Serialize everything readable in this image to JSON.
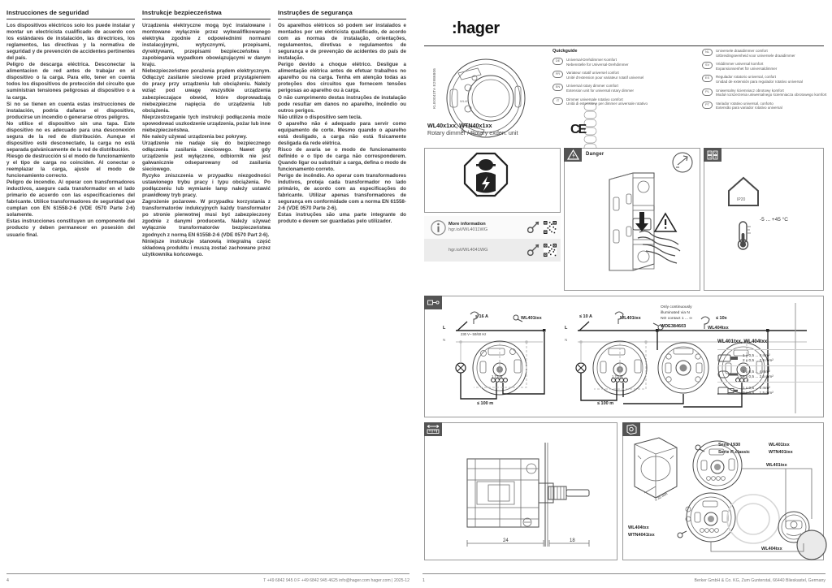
{
  "columns": [
    {
      "id": "es",
      "heading": "Instrucciones de seguridad",
      "paragraphs": [
        "Los dispositivos eléctricos solo los puede instalar y montar un electricista cualificado de acuerdo con los estándares de instalación, las directrices, los reglamentos, las directivas y la normativa de seguridad y de prevención de accidentes pertinentes del país.",
        "Peligro de descarga eléctrica. Desconectar la alimentacion de red antes de trabajar en el dispositivo o la carga. Para ello, tener en cuenta todos los dispositivos de protección del circuito que suministran tensiones peligrosas al dispositivo o a la carga.",
        "Si no se tienen en cuenta estas instrucciones de instalación, podría dañarse el dispositivo, producirse un incendio o generarse otros peligros.",
        "No utilice el dispositivo sin una tapa. Este dispositivo no es adecuado para una desconexión segura de la red de distribución. Aunque el dispositivo esté desconectado, la carga no está separada galvánicamente de la red de distribución.",
        "Riesgo de destrucción si el modo de funcionamiento y el tipo de carga no coinciden. Al conectar o reemplazar la carga, ajuste el modo de funcionamiento correcto.",
        "Peligro de incendio. Al operar con transformadores inductivos, asegure cada transformador en el lado primario de acuerdo con las especificaciones del fabricante. Utilice transformadores de seguridad que cumplan con EN 61558-2-6 (VDE 0570 Parte 2-6) solamente.",
        "Estas instrucciones constituyen un componente del producto y deben permanecer en posesión del usuario final."
      ]
    },
    {
      "id": "pl",
      "heading": "Instrukcje bezpieczeństwa",
      "paragraphs": [
        "Urządzenia elektryczne mogą być instalowane i montowane wyłącznie przez wykwalifikowanego elektryka zgodnie z odpowiednimi normami instalacyjnymi, wytycznymi, przepisami, dyrektywami, przepisami bezpieczeństwa i zapobiegania wypadkom obowiązującymi w danym kraju.",
        "Niebezpieczeństwo porażenia prądem elektrycznym. Odłączyć zasilanie sieciowe przed przystąpieniem do pracy przy urządzeniu lub obciążeniu. Należy wziąć pod uwagę wszystkie urządzenia zabezpieczające obwód, które doprowadzają niebezpieczne napięcia do urządzenia lub obciążenia.",
        "Nieprzestrzeganie tych instrukcji podłączenia może spowodować uszkodzenie urządzenia, pożar lub inne niebezpieczeństwa.",
        "Nie należy używać urządzenia bez pokrywy.",
        "Urządzenie nie nadaje się do bezpiecznego odłączenia zasilania sieciowego. Nawet gdy urządzenie jest wyłączone, odbiornik nie jest galwanicznie odseparowany od zasilania sieciowego.",
        "Ryzyko zniszczenia w przypadku niezgodności ustawionego trybu pracy i typu obciążenia. Po podłączeniu lub wymianie lamp należy ustawić prawidłowy tryb pracy.",
        "Zagrożenie pożarowe. W przypadku korzystania z transformatorów indukcyjnych każdy transformator po stronie pierwotnej musi być zabezpieczony zgodnie z danymi producenta. Należy używać wyłącznie transformatorów bezpieczeństwa zgodnych z normą EN 61558-2-6 (VDE 0570 Part 2-6).",
        "Niniejsze instrukcje stanowią integralną część składową produktu i muszą zostać zachowane przez użytkownika końcowego."
      ]
    },
    {
      "id": "pt",
      "heading": "Instruções de segurança",
      "paragraphs": [
        "Os aparelhos elétricos só podem ser instalados e montados por um eletricista qualificado, de acordo com as normas de instalação, orientações, regulamentos, diretivas e regulamentos de segurança e de prevenção de acidentes do país de instalação.",
        "Perigo devido a choque elétrico. Desligue a alimentação elétrica antes de efetuar trabalhos no aparelho ou na carga. Tenha em atenção todas as proteções dos circuitos que fornecem tensões perigosas ao aparelho ou à carga.",
        "O não cumprimento destas instruções de instalação pode resultar em danos no aparelho, incêndio ou outros perigos.",
        "Não utilize o dispositivo sem tecla.",
        "O aparelho não é adequado para servir como equipamento de corte. Mesmo quando o aparelho está desligado, a carga não está fisicamente desligada da rede elétrica.",
        "Risco de avaria se o modo de funcionamento definido e o tipo de carga não corresponderem. Quando ligar ou substituir a carga, defina o modo de funcionamento correto.",
        "Perigo de incêndio. Ao operar com transformadores indutivos, proteja cada transformador no lado primário, de acordo com as especificações do fabricante. Utilizar apenas transformadores de segurança em conformidade com a norma EN 61558-2-6 (VDE 0570 Parte 2-6).",
        "Estas instruções são uma parte integrante do produto e devem ser guardadas pelo utilizador."
      ]
    }
  ],
  "brand": {
    "name": ":hager"
  },
  "hero": {
    "side_code": "KLE0043TA E2986806",
    "model": "WL40x1xx, WTN40x1xx",
    "model_sub": "Rotary dimmer / Rotary exden. unit",
    "ce_mark": "CE"
  },
  "quickguide": {
    "title": "Quickguide",
    "entries_left": [
      {
        "lang": "DE",
        "line1": "Universal-Drehdimmer Komfort",
        "line2": "Nebenstelle für Universal-Drehdimmer"
      },
      {
        "lang": "FR",
        "line1": "Variateur rotatif universel confort",
        "line2": "Unité d'extension pour variateur rotatif universel"
      },
      {
        "lang": "EN",
        "line1": "Universal rotary dimmer comfort",
        "line2": "Extension unit for universal rotary dimmer"
      },
      {
        "lang": "IT",
        "line1": "Dimmer universale rotativo comfort",
        "line2": "Unità di estensione per dimmer universale rotativo"
      }
    ],
    "entries_right": [
      {
        "lang": "NL",
        "line1": "Universele draaidimmer comfort",
        "line2": "Uitbreidingseenheid voor universele draaidimmer"
      },
      {
        "lang": "SV",
        "line1": "Vriddimmer universal komfort",
        "line2": "Expansionsenhet för universaldimmer"
      },
      {
        "lang": "ES",
        "line1": "Regulador rotatorio universal, confort",
        "line2": "Unidad de extensión para regulador rotativo universal"
      },
      {
        "lang": "PL",
        "line1": "Uniwersalny ściemniacz obrotowy komfort",
        "line2": "Moduł rozszerzenia uniwersalnego ściemniacza obrotowego komfort"
      },
      {
        "lang": "PT",
        "line1": "Variador rotativo universal, conforto",
        "line2": "Extensão para variador rotativo universal"
      }
    ]
  },
  "info_box": {
    "title": "More information",
    "url_1": "hgr.io/i/WL4011WG",
    "url_2": "hgr.io/i/WL4041WG"
  },
  "danger_box": {
    "label": "Danger"
  },
  "temp_box": {
    "ip_rating": "IP20",
    "range": "-5 ... +45 °C"
  },
  "wiring": {
    "left": {
      "fuse": "≤ 16 A",
      "device": "WL401txx",
      "supply": "230 V~ 50/60 Hz",
      "terminal_l": "L",
      "terminal_n": "N",
      "cable": "≤ 100 m"
    },
    "middle": {
      "fuse": "≤ 10 A",
      "device": "WL401txx",
      "terminal_l": "L",
      "terminal_n": "N",
      "cable": "≤ 100 m"
    },
    "right": {
      "note_line1": "Only continuously",
      "note_line2": "illuminated via N",
      "note_line3": "NO contact 1 ... ∞",
      "note_device": "WDE384603",
      "ext_qty": "≤ 10x",
      "ext_device": "WL404txx",
      "cable": "≤ 100 m"
    },
    "terminals": {
      "title": "WL401txx, WL404txx",
      "rows": [
        {
          "a": "1 x 0,5 ... 4 mm²",
          "b": "2 x 0,5 ... 2,5 mm²"
        },
        {
          "a": "1 x 0,5 ... 4 mm²",
          "b": "2 x 0,5 ... 2,5 mm²"
        },
        {
          "a": "1 x 0,5 ... 4 mm²",
          "b": "2 x 0,5 ... 1,5 mm²"
        }
      ]
    }
  },
  "dimensions": {
    "d1": "24",
    "d2": "18"
  },
  "mounting": {
    "depth": "≥ 35 mm",
    "series_1": "Serie 1930",
    "series_2": "Serie R.classic",
    "model_a1": "WL401txx",
    "model_a2": "WTN401txx",
    "model_b1": "WL404txx",
    "model_b2": "WTN4041txx",
    "callout_top": "WL401txx",
    "callout_bottom": "WL404txx"
  },
  "footer": {
    "page_left": "4",
    "contact": "T +49 6842 945 0  F +49 6842 945 4625   info@hager.com   hager.com | 2025-12",
    "page_right": "1",
    "address": "Berker GmbH & Co. KG, Zum Gunterstal, 66440 Blieskastel, Germany"
  }
}
